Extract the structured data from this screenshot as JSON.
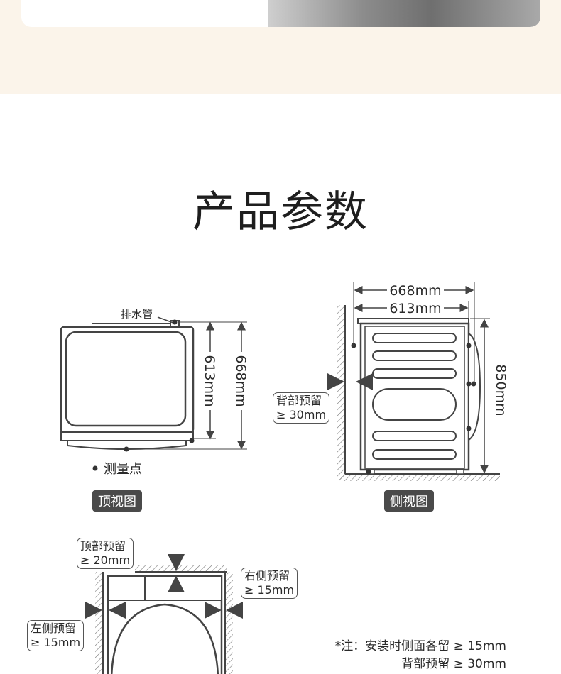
{
  "section_title": "产品参数",
  "top_view": {
    "label": "顶视图",
    "drain_label": "排水管",
    "dim_depth_inner": "613mm",
    "dim_depth_outer": "668mm",
    "legend": "测量点"
  },
  "side_view": {
    "label": "侧视图",
    "dim_width_outer": "668mm",
    "dim_width_inner": "613mm",
    "dim_height": "850mm",
    "rear_gap_line1": "背部预留",
    "rear_gap_line2": "≥ 30mm"
  },
  "front_view": {
    "top_gap_line1": "顶部预留",
    "top_gap_line2": "≥ 20mm",
    "right_gap_line1": "右侧预留",
    "right_gap_line2": "≥ 15mm",
    "left_gap_line1": "左侧预留",
    "left_gap_line2": "≥ 15mm"
  },
  "note": {
    "line1": "*注：安装时侧面各留 ≥ 15mm",
    "line2": "背部预留 ≥ 30mm"
  }
}
